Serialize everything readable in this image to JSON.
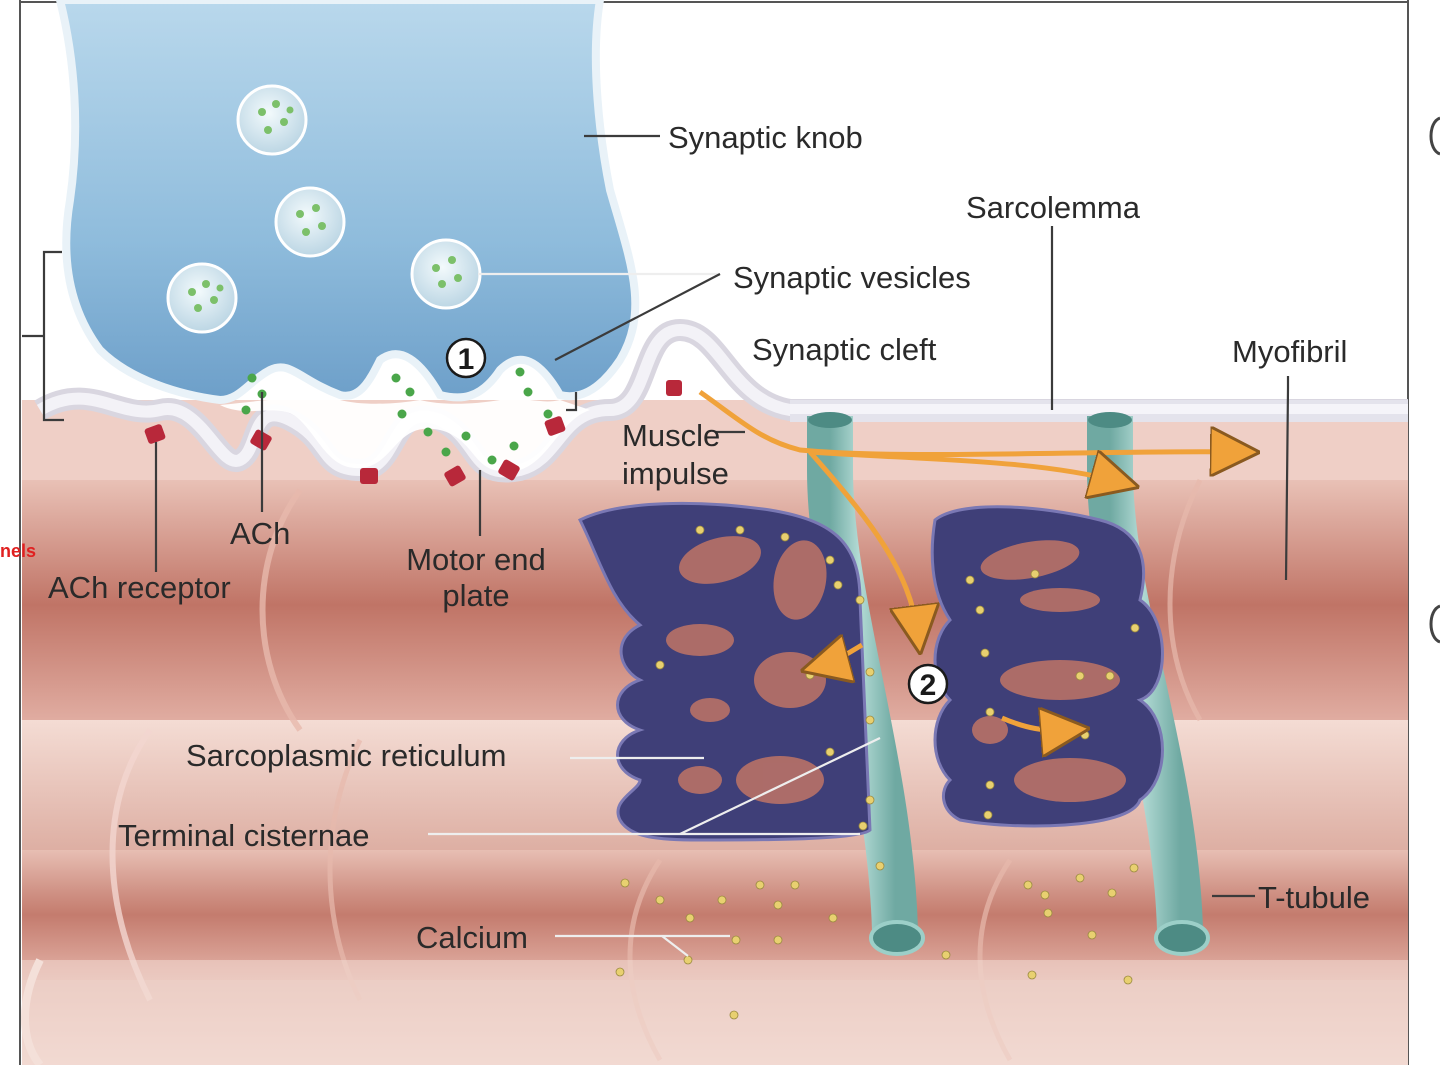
{
  "labels": {
    "synaptic_knob": "Synaptic knob",
    "sarcolemma": "Sarcolemma",
    "synaptic_vesicles": "Synaptic vesicles",
    "synaptic_cleft": "Synaptic cleft",
    "myofibril": "Myofibril",
    "muscle_impulse_1": "Muscle",
    "muscle_impulse_2": "impulse",
    "ach": "ACh",
    "ach_receptor": "ACh receptor",
    "motor_end_plate_1": "Motor end",
    "motor_end_plate_2": "plate",
    "sarcoplasmic_reticulum": "Sarcoplasmic reticulum",
    "terminal_cisternae": "Terminal cisternae",
    "calcium": "Calcium",
    "t_tubule": "T-tubule",
    "cropped_left_text": "nels"
  },
  "steps": {
    "one": "1",
    "two": "2"
  },
  "colors": {
    "knob": "#9cc4e0",
    "muscle": "#c9877a",
    "reticulum": "#4a4a86",
    "t_tubule": "#8fc4bc",
    "arrow": "#f0a23a",
    "receptor": "#b8283a",
    "vesicle_dot": "#7cc06a",
    "calcium": "#e8d070"
  }
}
